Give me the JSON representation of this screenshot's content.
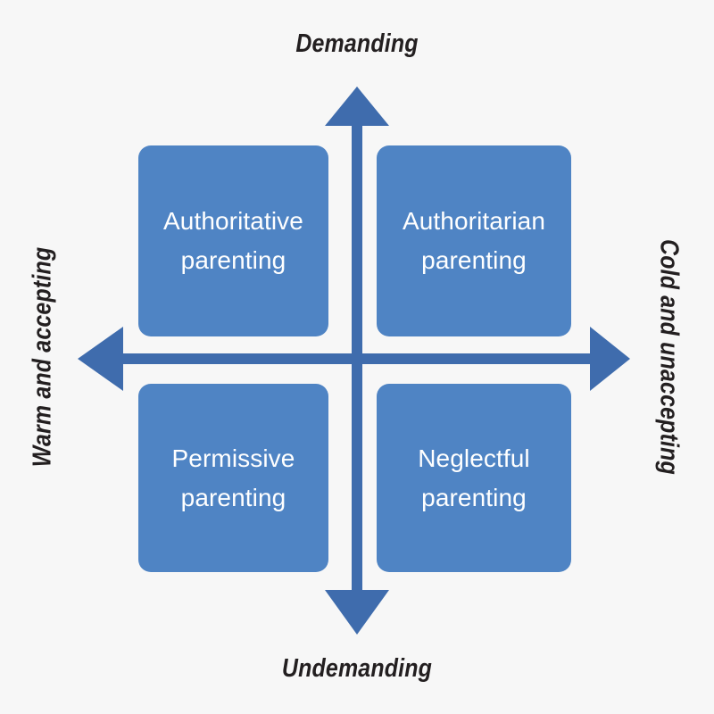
{
  "diagram": {
    "type": "2x2-quadrant-matrix",
    "title": "Parenting styles quadrant",
    "background_color": "#f7f7f7",
    "box_color": "#4f84c4",
    "arrow_color": "#3f6cad",
    "box_text_color": "#ffffff",
    "axis_label_color": "#231f20"
  },
  "axes": {
    "vertical": {
      "top_label": "Demanding",
      "bottom_label": "Undemanding"
    },
    "horizontal": {
      "left_label": "Warm and accepting",
      "right_label": "Cold and unaccepting"
    }
  },
  "quadrants": [
    {
      "id": "authoritative",
      "position": "top-left",
      "line1": "Authoritative",
      "line2": "parenting",
      "text": "Authoritative\nparenting"
    },
    {
      "id": "authoritarian",
      "position": "top-right",
      "line1": "Authoritarian",
      "line2": "parenting",
      "text": "Authoritarian\nparenting"
    },
    {
      "id": "permissive",
      "position": "bottom-left",
      "line1": "Permissive",
      "line2": "parenting",
      "text": "Permissive\nparenting"
    },
    {
      "id": "neglectful",
      "position": "bottom-right",
      "line1": "Neglectful",
      "line2": "parenting",
      "text": "Neglectful\nparenting"
    }
  ]
}
